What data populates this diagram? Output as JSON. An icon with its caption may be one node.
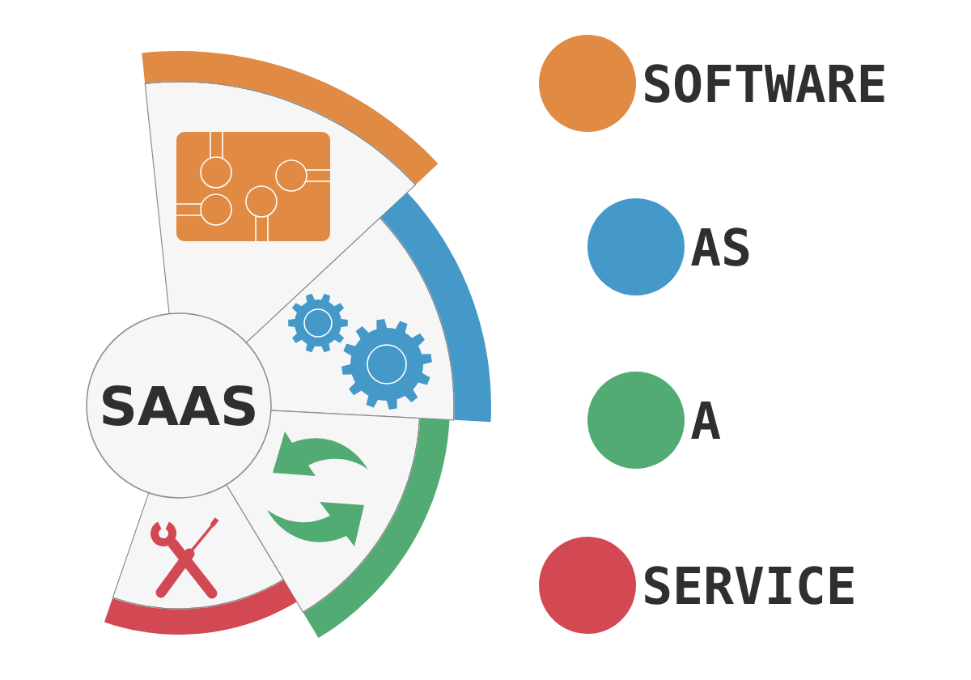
{
  "diagram": {
    "nodes": [
      {
        "text": [
          "SAAS"
        ]
      }
    ],
    "legend": [
      {
        "text": "SOFTWARE",
        "color": "#e08a43"
      },
      {
        "text": "AS",
        "color": "#4499c9"
      },
      {
        "text": "A",
        "color": "#52ab72"
      },
      {
        "text": "SERVICE",
        "color": "#d24953"
      }
    ]
  }
}
